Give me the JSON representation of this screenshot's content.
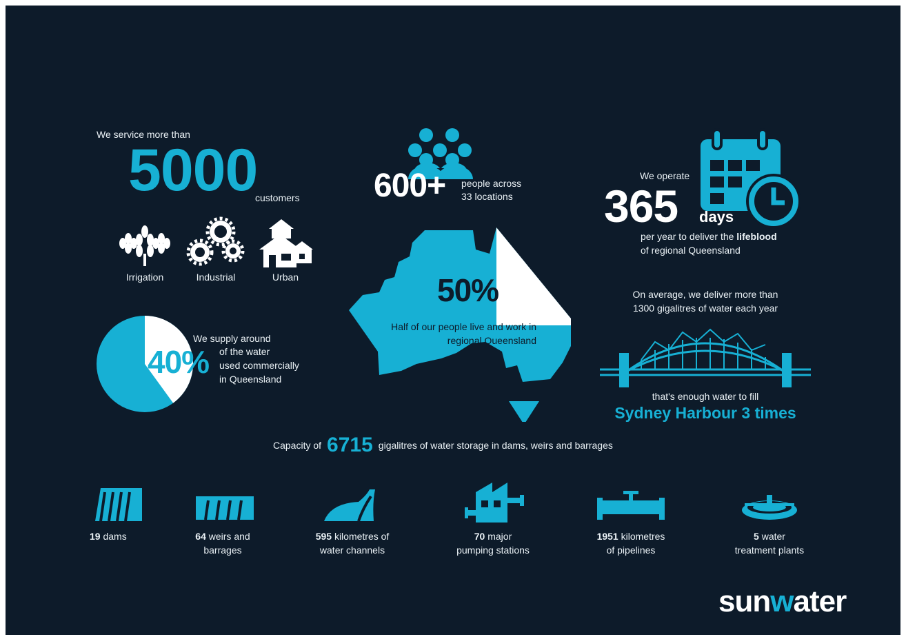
{
  "customers": {
    "intro": "We service more than",
    "number": "5000",
    "unit": "customers"
  },
  "sectors": [
    {
      "label": "Irrigation",
      "icon": "wheat-icon"
    },
    {
      "label": "Industrial",
      "icon": "gears-icon"
    },
    {
      "label": "Urban",
      "icon": "houses-icon"
    }
  ],
  "people": {
    "number": "600+",
    "line1": "people across",
    "line2": "33 locations"
  },
  "map": {
    "percent": "50%",
    "line1": "Half of our people live and work in",
    "line2": "regional Queensland"
  },
  "supply": {
    "percent": "40%",
    "line1": "We supply around",
    "line2": "of the water",
    "line3": "used commercially",
    "line4": "in Queensland",
    "fraction": 0.4
  },
  "operate": {
    "intro": "We operate",
    "number": "365",
    "unit": "days",
    "line1": "per year to deliver the",
    "line1_bold": "lifeblood",
    "line2": "of regional Queensland"
  },
  "delivery": {
    "line1": "On average, we deliver more than",
    "line2": "1300 gigalitres of water each year",
    "line3": "that's enough water to fill",
    "highlight": "Sydney Harbour 3 times"
  },
  "capacity": {
    "prefix": "Capacity of",
    "number": "6715",
    "suffix": "gigalitres of water storage in dams, weirs and barrages"
  },
  "assets": [
    {
      "number": "19",
      "text": "dams",
      "line2": "",
      "icon": "dam-icon"
    },
    {
      "number": "64",
      "text": "weirs and",
      "line2": "barrages",
      "icon": "weir-icon"
    },
    {
      "number": "595",
      "text": "kilometres of",
      "line2": "water channels",
      "icon": "channel-icon"
    },
    {
      "number": "70",
      "text": "major",
      "line2": "pumping stations",
      "icon": "pumping-station-icon"
    },
    {
      "number": "1951",
      "text": "kilometres",
      "line2": "of pipelines",
      "icon": "pipeline-icon"
    },
    {
      "number": "5",
      "text": "water",
      "line2": "treatment plants",
      "icon": "treatment-plant-icon"
    }
  ],
  "logo": {
    "part1": "sun",
    "part2": "w",
    "part3": "ater"
  },
  "colors": {
    "background": "#0d1b2a",
    "accent": "#17b0d4",
    "text": "#ffffff"
  }
}
